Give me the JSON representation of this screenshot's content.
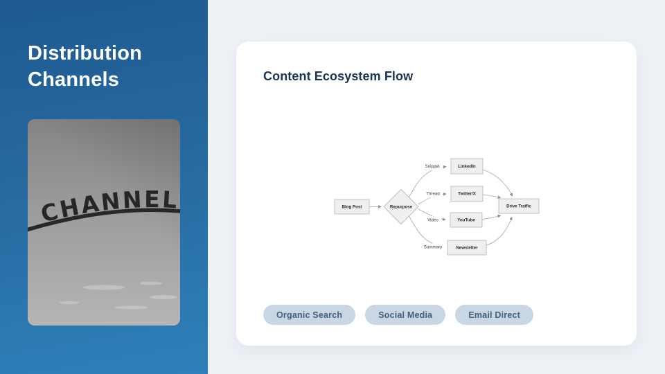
{
  "sidebar": {
    "title": "Distribution Channels",
    "photo_text": "CHANNEL"
  },
  "card": {
    "title": "Content Ecosystem Flow",
    "badges": [
      {
        "label": "Organic Search"
      },
      {
        "label": "Social Media"
      },
      {
        "label": "Email Direct"
      }
    ]
  },
  "diagram": {
    "type": "flowchart",
    "nodes": {
      "blog_post": "Blog Post",
      "repurpose": "Repurpose",
      "linkedin": "LinkedIn",
      "twitter": "Twitter/X",
      "youtube": "YouTube",
      "newsletter": "Newsletter",
      "drive_traffic": "Drive Traffic"
    },
    "edge_labels": {
      "snippet": "Snippet",
      "thread": "Thread",
      "video": "Video",
      "summary": "Summary"
    },
    "edges": [
      "Blog Post -> Repurpose",
      "Repurpose -Snippet-> LinkedIn",
      "Repurpose -Thread-> Twitter/X",
      "Repurpose -Video-> YouTube",
      "Repurpose -Summary-> Newsletter",
      "LinkedIn -> Drive Traffic",
      "Twitter/X -> Drive Traffic",
      "YouTube -> Drive Traffic",
      "Newsletter -> Drive Traffic"
    ]
  },
  "colors": {
    "sidebar_gradient_top": "#1f5a92",
    "sidebar_gradient_bottom": "#2f80ba",
    "main_background": "#eef1f6",
    "card_background": "#ffffff",
    "title_navy": "#1a3552",
    "badge_background": "#c9d6e4",
    "badge_text": "#41607e",
    "diagram_node_fill": "#efefef",
    "diagram_node_stroke": "#b3b3b3",
    "diagram_edge": "#a6a6a6"
  }
}
